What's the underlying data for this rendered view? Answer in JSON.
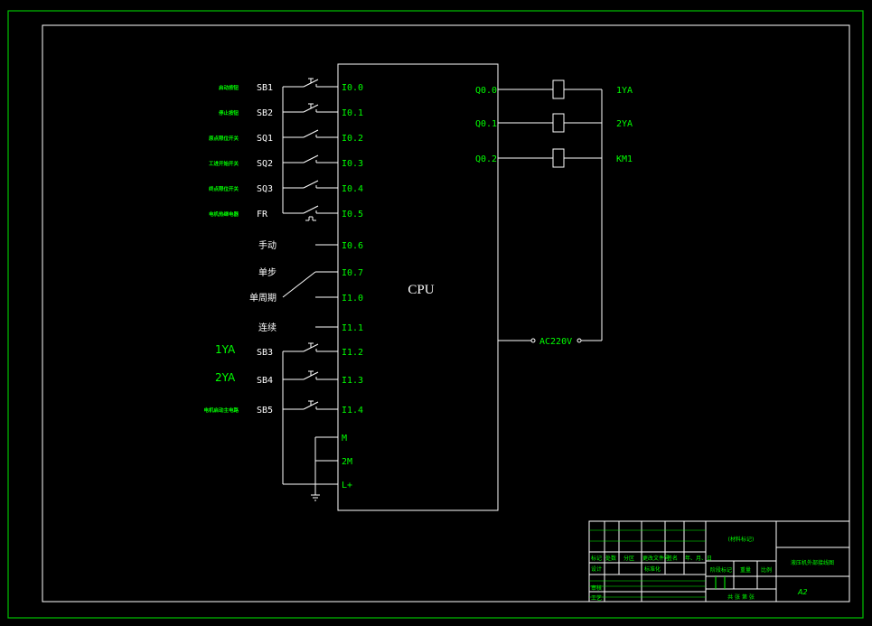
{
  "colors": {
    "background": "#000000",
    "outer_frame": "#00c000",
    "line": "#ffffff",
    "green_text": "#00ff00",
    "white_text": "#ffffff"
  },
  "cpu": {
    "label": "CPU"
  },
  "inputs": [
    {
      "id": "sb1",
      "desc": "启动按钮",
      "tag": "SB1",
      "address": "I0.0",
      "symbol": "no-button"
    },
    {
      "id": "sb2",
      "desc": "停止按钮",
      "tag": "SB2",
      "address": "I0.1",
      "symbol": "no-button"
    },
    {
      "id": "sq1",
      "desc": "原点限位开关",
      "tag": "SQ1",
      "address": "I0.2",
      "symbol": "limit-switch"
    },
    {
      "id": "sq2",
      "desc": "工进开始开关",
      "tag": "SQ2",
      "address": "I0.3",
      "symbol": "limit-switch"
    },
    {
      "id": "sq3",
      "desc": "终点限位开关",
      "tag": "SQ3",
      "address": "I0.4",
      "symbol": "limit-switch"
    },
    {
      "id": "fr",
      "desc": "电机热继电器",
      "tag": "FR",
      "address": "I0.5",
      "symbol": "thermal-relay"
    },
    {
      "id": "manual",
      "desc": "",
      "tag": "手动",
      "address": "I0.6",
      "symbol": "selector-plain"
    },
    {
      "id": "single-step",
      "desc": "",
      "tag": "单步",
      "address": "I0.7",
      "symbol": "selector-common"
    },
    {
      "id": "single-cycle",
      "desc": "",
      "tag": "单周期",
      "address": "I1.0",
      "symbol": "selector-plain"
    },
    {
      "id": "continuous",
      "desc": "",
      "tag": "连续",
      "address": "I1.1",
      "symbol": "selector-plain"
    },
    {
      "id": "sb3",
      "desc": "1YA",
      "tag": "SB3",
      "address": "I1.2",
      "symbol": "no-button"
    },
    {
      "id": "sb4",
      "desc": "2YA",
      "tag": "SB4",
      "address": "I1.3",
      "symbol": "no-button"
    },
    {
      "id": "sb5",
      "desc": "电机启动主电路",
      "tag": "SB5",
      "address": "I1.4",
      "symbol": "no-button"
    }
  ],
  "common_terminals": [
    "M",
    "2M",
    "L+"
  ],
  "outputs": [
    {
      "address": "Q0.0",
      "load": "1YA"
    },
    {
      "address": "Q0.1",
      "load": "2YA"
    },
    {
      "address": "Q0.2",
      "load": "KM1"
    }
  ],
  "power": {
    "label": "AC220V"
  },
  "title_block": {
    "material_mark": "(材料标记)",
    "drawing_name": "液压机外部接线图",
    "sheet_size": "A2",
    "row_headers": [
      "标记",
      "处数",
      "分区",
      "更改文件号",
      "签名",
      "年、月、日"
    ],
    "left_labels": [
      "设计",
      "标准化",
      "审核",
      "工艺"
    ],
    "stage_labels": [
      "阶段标记",
      "重量",
      "比例"
    ],
    "sheet_footer": "共    张    第    张"
  }
}
